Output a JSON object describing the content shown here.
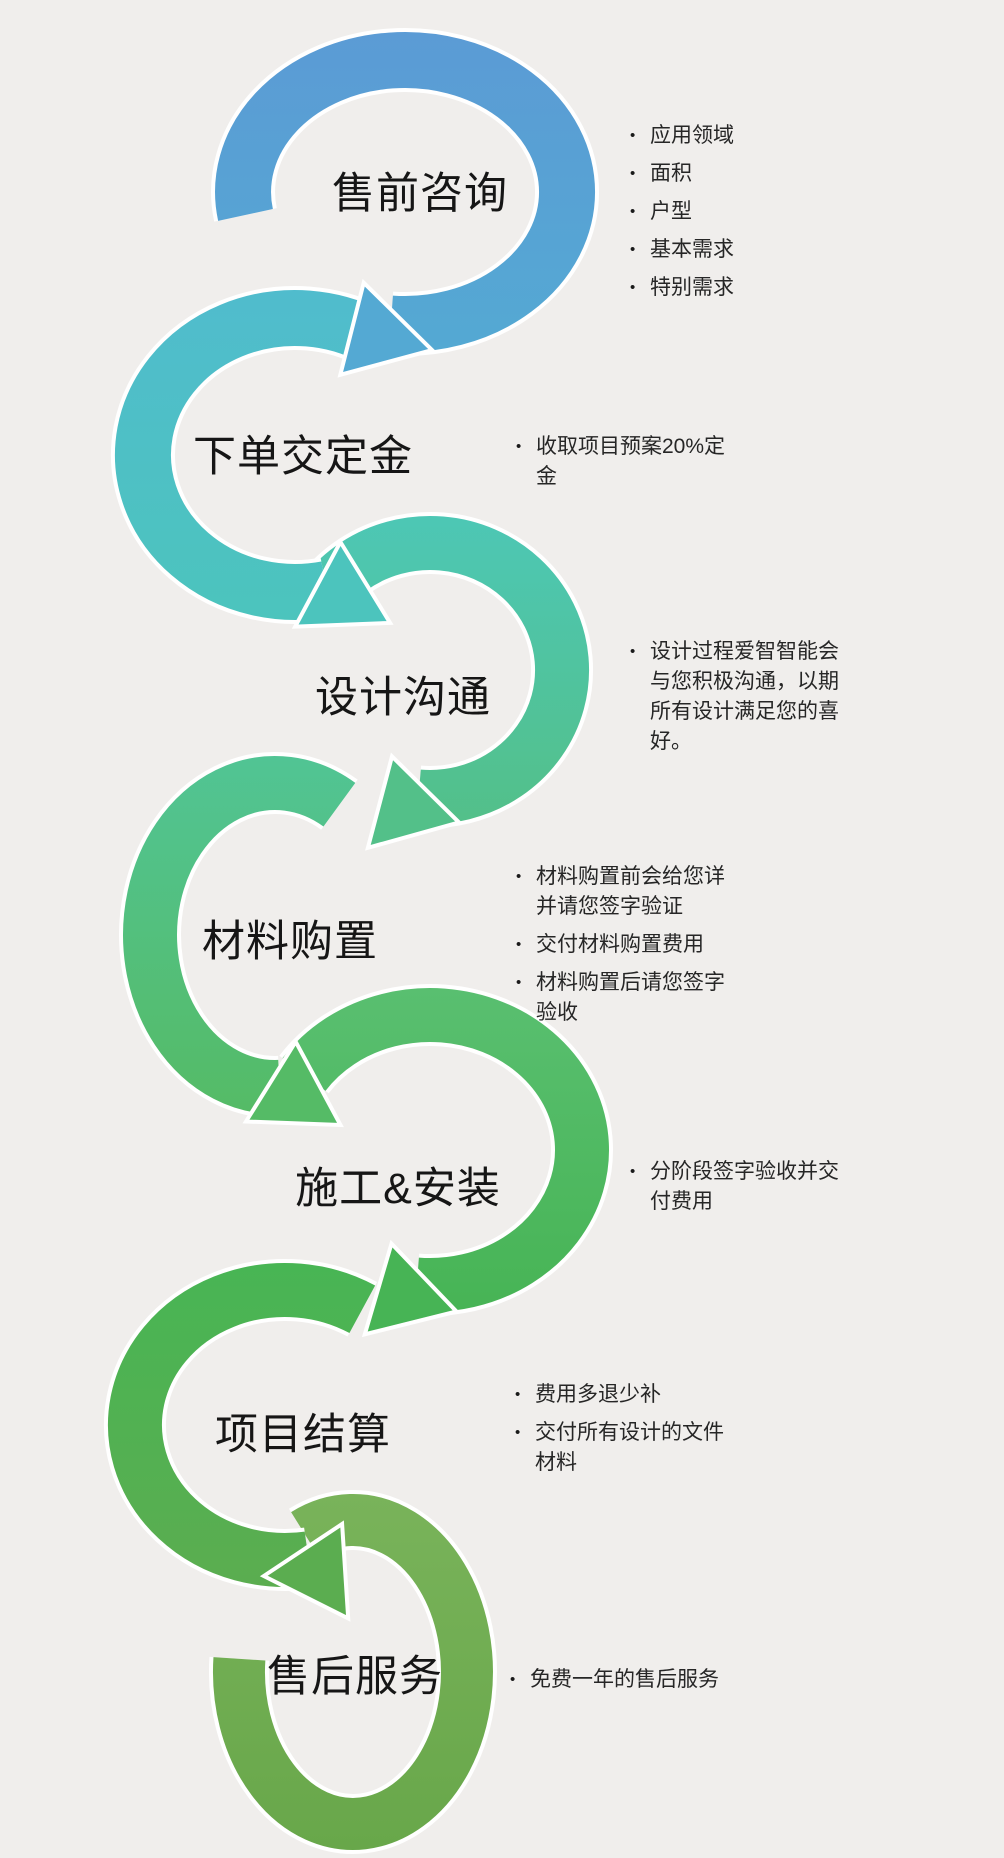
{
  "page": {
    "background": "#f0eeec",
    "shape_outline": "#ffffff",
    "label_color": "#161616",
    "bullet_color": "#262626",
    "bullet_glyph": "•"
  },
  "diagram": {
    "type": "circular-bending-process-flow",
    "stages": [
      {
        "label": "售前咨询",
        "color_start": "#5b9bd5",
        "color_end": "#54a9d3",
        "bullets": [
          [
            "应用领域"
          ],
          [
            "面积"
          ],
          [
            "户型"
          ],
          [
            "基本需求"
          ],
          [
            "特别需求"
          ]
        ]
      },
      {
        "label": "下单交定金",
        "color_start": "#50bccd",
        "color_end": "#4cc4bd",
        "bullets": [
          [
            "收取项目预案20%定",
            "金"
          ]
        ]
      },
      {
        "label": "设计沟通",
        "color_start": "#4dc7b5",
        "color_end": "#53c089",
        "bullets": [
          [
            "设计过程爱智智能会",
            "与您积极沟通，以期",
            "所有设计满足您的喜",
            "好。"
          ]
        ]
      },
      {
        "label": "材料购置",
        "color_start": "#51c494",
        "color_end": "#55bb66",
        "bullets": [
          [
            "材料购置前会给您详",
            "并请您签字验证"
          ],
          [
            "交付材料购置费用"
          ],
          [
            "材料购置后请您签字",
            "验收"
          ]
        ]
      },
      {
        "label": "施工&安装",
        "color_start": "#59bf70",
        "color_end": "#47b455",
        "bullets": [
          [
            "分阶段签字验收并交",
            "付费用"
          ]
        ]
      },
      {
        "label": "项目结算",
        "color_start": "#48b554",
        "color_end": "#5bad50",
        "bullets": [
          [
            "费用多退少补"
          ],
          [
            "交付所有设计的文件",
            "材料"
          ]
        ]
      },
      {
        "label": "售后服务",
        "color_start": "#79b35a",
        "color_end": "#68a74a",
        "bullets": [
          [
            "免费一年的售后服务"
          ]
        ]
      }
    ]
  }
}
